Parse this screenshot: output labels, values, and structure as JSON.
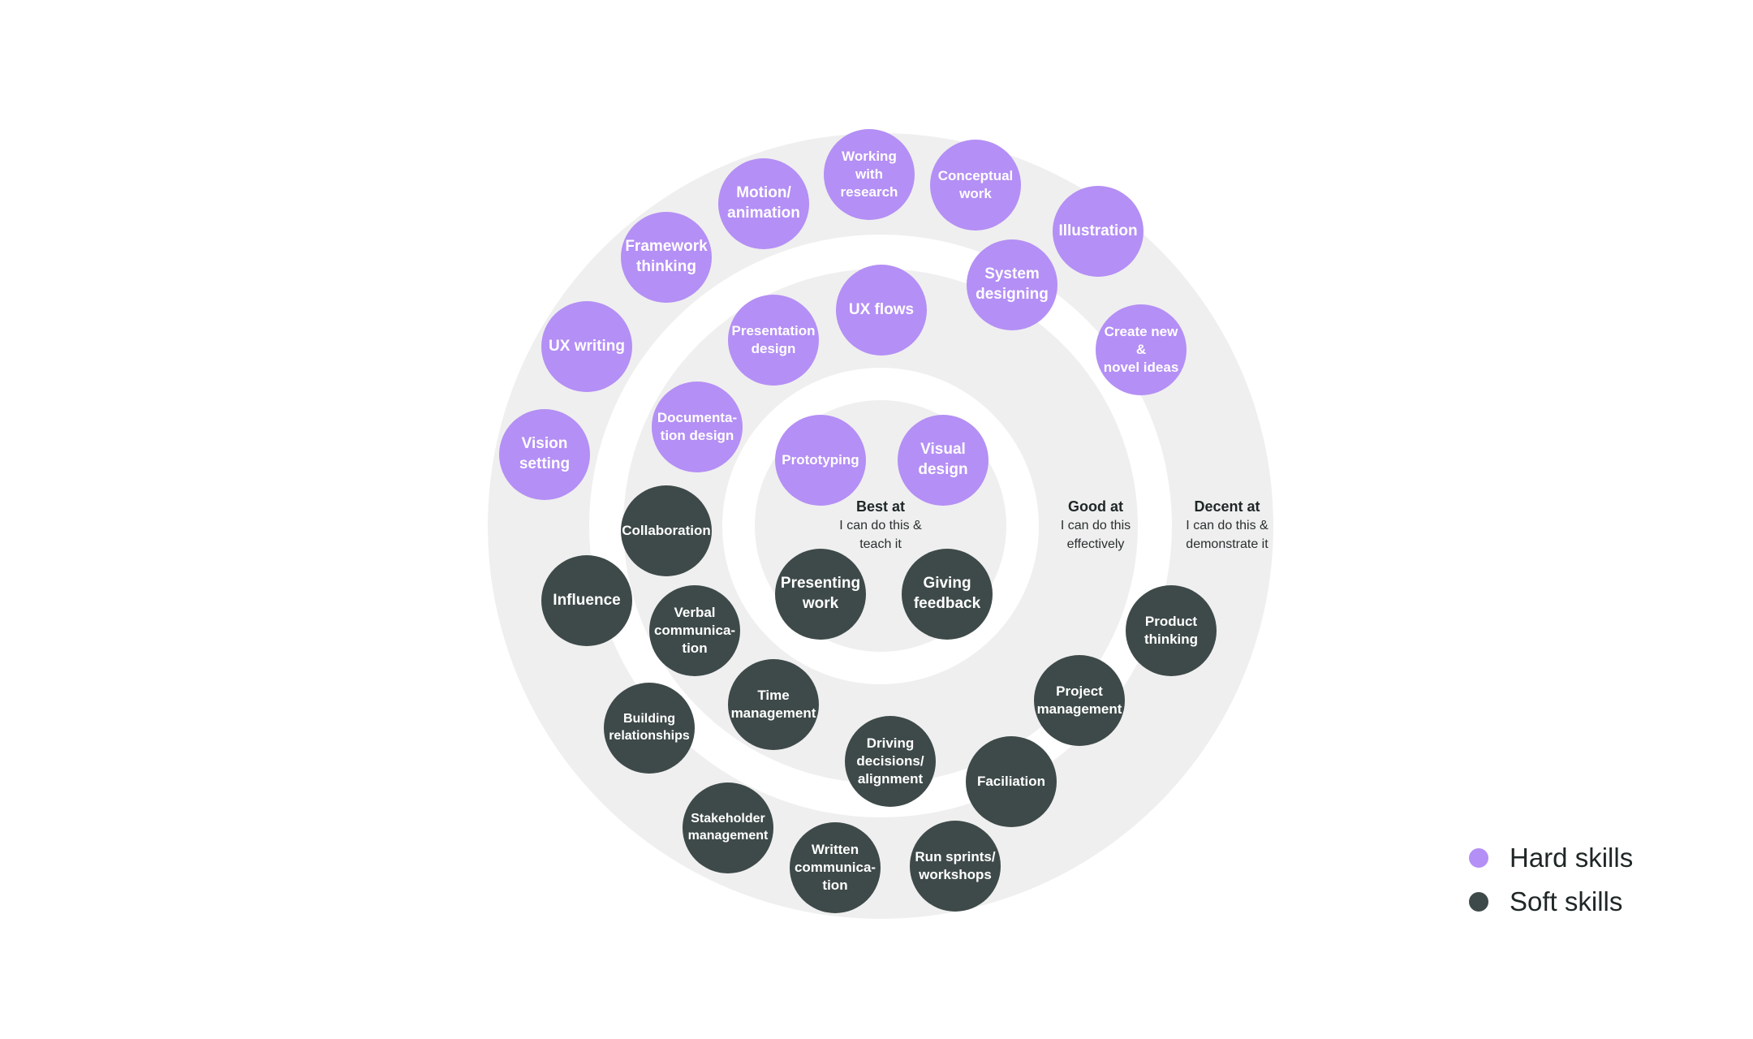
{
  "levels": [
    {
      "title": "Best at",
      "desc": "I can do this &\nteach it"
    },
    {
      "title": "Good at",
      "desc": "I can do this\neffectively"
    },
    {
      "title": "Decent at",
      "desc": "I can do this &\ndemonstrate it"
    }
  ],
  "hard_skills": [
    "Working\nwith\nresearch",
    "Conceptual\nwork",
    "Motion/\nanimation",
    "Illustration",
    "Framework\nthinking",
    "System\ndesigning",
    "UX flows",
    "Presentation\ndesign",
    "UX writing",
    "Create new &\nnovel ideas",
    "Documenta-\ntion design",
    "Vision\nsetting",
    "Prototyping",
    "Visual\ndesign"
  ],
  "soft_skills": [
    "Collaboration",
    "Presenting\nwork",
    "Giving\nfeedback",
    "Influence",
    "Verbal\ncommunica-\ntion",
    "Product\nthinking",
    "Project\nmanagement",
    "Time\nmanagement",
    "Building\nrelationships",
    "Driving\ndecisions/\nalignment",
    "Faciliation",
    "Stakeholder\nmanagement",
    "Written\ncommunica-\ntion",
    "Run sprints/\nworkshops"
  ],
  "legend": [
    {
      "label": "Hard skills",
      "color": "#b48ff5"
    },
    {
      "label": "Soft skills",
      "color": "#3e4a49"
    }
  ],
  "colors": {
    "hard": "#b48ff5",
    "soft": "#3e4a49",
    "ring": "#efefef"
  }
}
